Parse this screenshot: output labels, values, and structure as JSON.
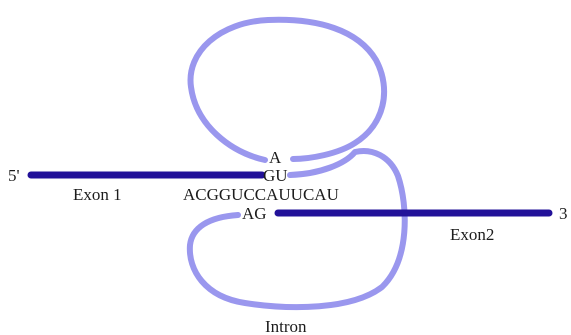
{
  "colors": {
    "exon": "#221199",
    "intron": "#9a97ee",
    "text": "#1c1c1c",
    "background": "#ffffff"
  },
  "labels": {
    "five_prime": "5'",
    "three_prime": "3",
    "exon1": "Exon 1",
    "exon2": "Exon2",
    "intron": "Intron",
    "branch_a": "A",
    "gu": "GU",
    "branch_seq": "ACGGUCCAUUCAU",
    "ag": "AG"
  }
}
